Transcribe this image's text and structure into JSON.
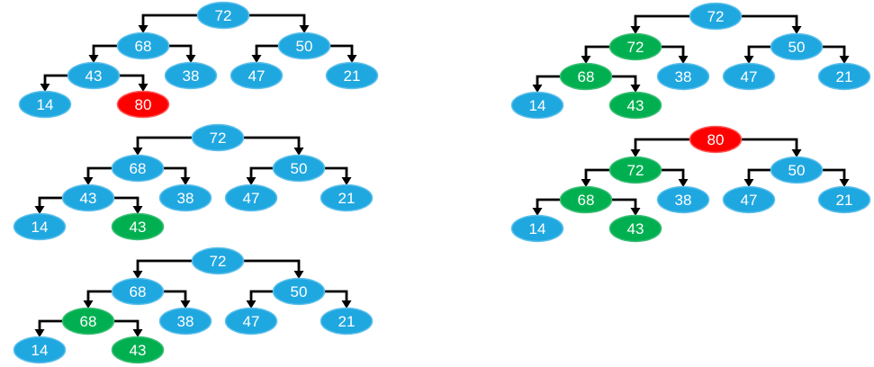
{
  "diagram": {
    "colors": {
      "blue": "#1FA7E0",
      "green": "#00B050",
      "red": "#FF0000",
      "line": "#000000",
      "text": "#FFFFFF"
    },
    "trees": [
      {
        "name": "step-1",
        "nodes": {
          "root": {
            "value": "72",
            "color": "blue"
          },
          "L": {
            "value": "68",
            "color": "blue"
          },
          "R": {
            "value": "50",
            "color": "blue"
          },
          "LL": {
            "value": "43",
            "color": "blue"
          },
          "LR": {
            "value": "38",
            "color": "blue"
          },
          "RL": {
            "value": "47",
            "color": "blue"
          },
          "RR": {
            "value": "21",
            "color": "blue"
          },
          "LLL": {
            "value": "14",
            "color": "blue"
          },
          "LLR": {
            "value": "80",
            "color": "red"
          }
        }
      },
      {
        "name": "step-2",
        "nodes": {
          "root": {
            "value": "72",
            "color": "blue"
          },
          "L": {
            "value": "68",
            "color": "blue"
          },
          "R": {
            "value": "50",
            "color": "blue"
          },
          "LL": {
            "value": "43",
            "color": "blue"
          },
          "LR": {
            "value": "38",
            "color": "blue"
          },
          "RL": {
            "value": "47",
            "color": "blue"
          },
          "RR": {
            "value": "21",
            "color": "blue"
          },
          "LLL": {
            "value": "14",
            "color": "blue"
          },
          "LLR": {
            "value": "43",
            "color": "green"
          }
        }
      },
      {
        "name": "step-3",
        "nodes": {
          "root": {
            "value": "72",
            "color": "blue"
          },
          "L": {
            "value": "68",
            "color": "blue"
          },
          "R": {
            "value": "50",
            "color": "blue"
          },
          "LL": {
            "value": "68",
            "color": "green"
          },
          "LR": {
            "value": "38",
            "color": "blue"
          },
          "RL": {
            "value": "47",
            "color": "blue"
          },
          "RR": {
            "value": "21",
            "color": "blue"
          },
          "LLL": {
            "value": "14",
            "color": "blue"
          },
          "LLR": {
            "value": "43",
            "color": "green"
          }
        }
      },
      {
        "name": "step-4",
        "nodes": {
          "root": {
            "value": "72",
            "color": "blue"
          },
          "L": {
            "value": "72",
            "color": "green"
          },
          "R": {
            "value": "50",
            "color": "blue"
          },
          "LL": {
            "value": "68",
            "color": "green"
          },
          "LR": {
            "value": "38",
            "color": "blue"
          },
          "RL": {
            "value": "47",
            "color": "blue"
          },
          "RR": {
            "value": "21",
            "color": "blue"
          },
          "LLL": {
            "value": "14",
            "color": "blue"
          },
          "LLR": {
            "value": "43",
            "color": "green"
          }
        }
      },
      {
        "name": "step-5",
        "nodes": {
          "root": {
            "value": "80",
            "color": "red"
          },
          "L": {
            "value": "72",
            "color": "green"
          },
          "R": {
            "value": "50",
            "color": "blue"
          },
          "LL": {
            "value": "68",
            "color": "green"
          },
          "LR": {
            "value": "38",
            "color": "blue"
          },
          "RL": {
            "value": "47",
            "color": "blue"
          },
          "RR": {
            "value": "21",
            "color": "blue"
          },
          "LLL": {
            "value": "14",
            "color": "blue"
          },
          "LLR": {
            "value": "43",
            "color": "green"
          }
        }
      }
    ]
  }
}
